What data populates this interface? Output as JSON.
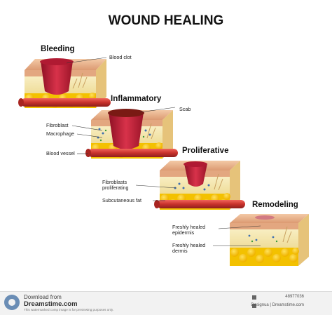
{
  "title": "WOUND HEALING",
  "stages": [
    {
      "name": "Bleeding"
    },
    {
      "name": "Inflammatory"
    },
    {
      "name": "Proliferative"
    },
    {
      "name": "Remodeling"
    }
  ],
  "labels": {
    "blood_clot": "Blood clot",
    "scab": "Scab",
    "fibroblast": "Fibroblast",
    "macrophage": "Macrophage",
    "blood_vessel": "Blood vessel",
    "fibroblasts_proliferating_1": "Fibroblasts",
    "fibroblasts_proliferating_2": "proliferating",
    "subcutaneous_fat": "Subcutaneous fat",
    "freshly_healed_epidermis_1": "Freshly healed",
    "freshly_healed_epidermis_2": "epidermis",
    "freshly_healed_dermis_1": "Freshly healed",
    "freshly_healed_dermis_2": "dermis"
  },
  "footer": {
    "line1": "Download from",
    "line2": "Dreamstime.com",
    "line3": "This watermarked comp image is for previewing purposes only.",
    "image_id": "48977036",
    "credit": "Designua | Dreamstime.com"
  },
  "colors": {
    "skin_top": "#e9b48e",
    "dermis": "#f4e9b0",
    "fat": "#f5c400",
    "wound": "#c4203a",
    "vessel": "#d63a34"
  }
}
